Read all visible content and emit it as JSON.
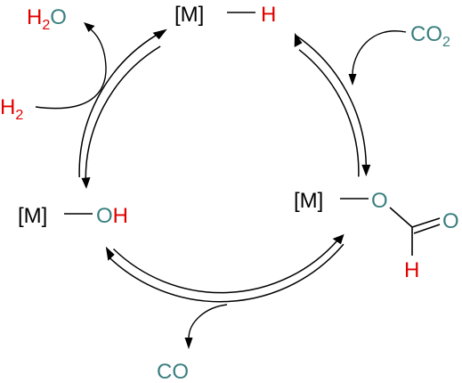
{
  "species": {
    "metal_hydride": {
      "metal": "[M]",
      "ligand": "H"
    },
    "formate": {
      "metal": "[M]",
      "oxygen": "O",
      "carbonyl_oxygen": "O",
      "hydrogen": "H"
    },
    "hydroxide": {
      "metal": "[M]",
      "oxygen": "O",
      "hydrogen": "H"
    }
  },
  "inputs": {
    "co2": {
      "main": "CO",
      "subscript": "2"
    },
    "h2": {
      "main": "H",
      "subscript": "2"
    }
  },
  "outputs": {
    "h2o": {
      "h": "H",
      "subscript": "2",
      "o": "O"
    },
    "co": "CO"
  },
  "colors": {
    "metal": "#000000",
    "hydrogen": "#e00000",
    "oxygen": "#3b7f80",
    "carbon_dioxide": "#3b7f80",
    "carbon_monoxide": "#3b7f80"
  }
}
